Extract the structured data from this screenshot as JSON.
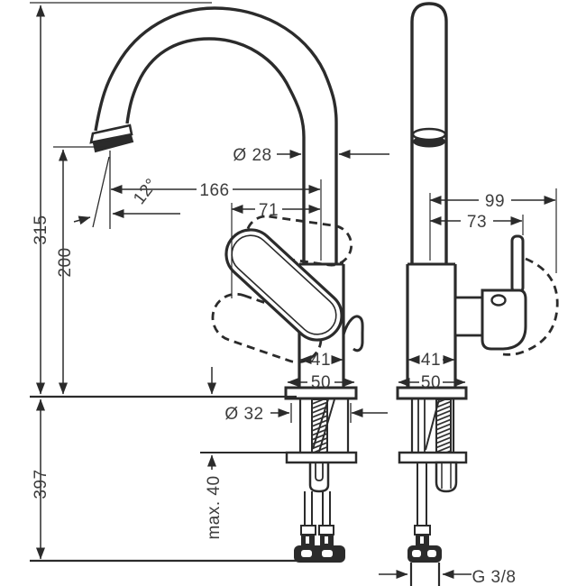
{
  "drawing": {
    "type": "faucet-installation-technical-drawing",
    "colors": {
      "line": "#2b2b2b",
      "text": "#3d3d3d",
      "background": "#ffffff"
    },
    "dimensions": {
      "total_height": "315",
      "spout_height": "200",
      "spout_angle": "12°",
      "spout_reach": "166",
      "handle_to_spout_center": "71",
      "spout_diameter": "Ø 28",
      "handle_reach": "99",
      "handle_depth": "73",
      "body_width_front": "41",
      "base_width_front": "50",
      "body_width_side": "41",
      "base_width_side": "50",
      "hole_diameter": "Ø 32",
      "max_deck_thickness": "max. 40",
      "hose_length_below_deck": "397",
      "thread_size": "G 3/8"
    }
  }
}
